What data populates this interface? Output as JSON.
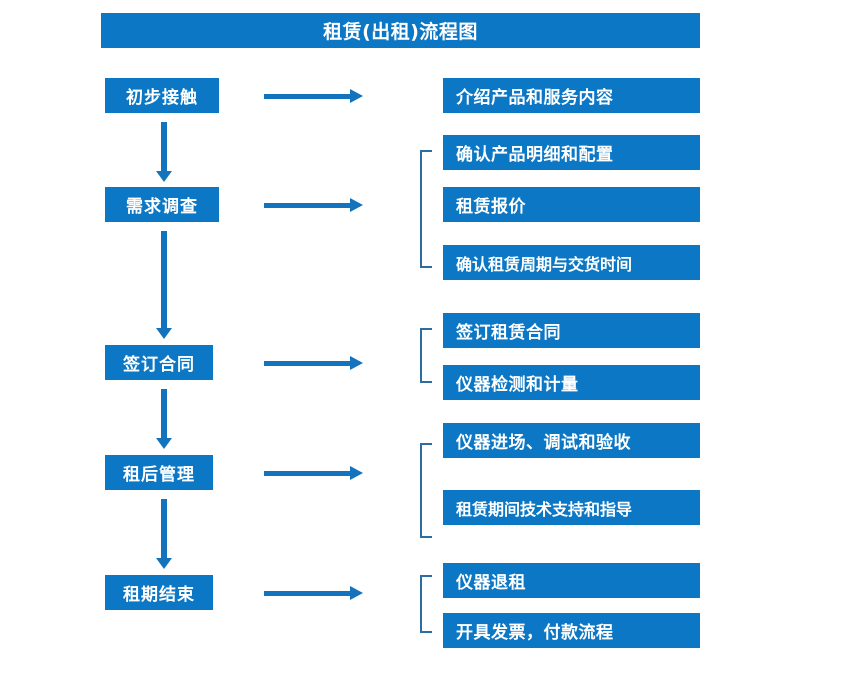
{
  "diagram": {
    "title": "租赁(出租)流程图",
    "accent_color": "#0C77C4",
    "connector_color": "#1373BC",
    "bracket_color": "#2E6DA4",
    "text_color": "#FFFFFF",
    "background_color": "#FFFFFF",
    "stages": [
      {
        "id": "stage-1",
        "label": "初步接触"
      },
      {
        "id": "stage-2",
        "label": "需求调查"
      },
      {
        "id": "stage-3",
        "label": "签订合同"
      },
      {
        "id": "stage-4",
        "label": "租后管理"
      },
      {
        "id": "stage-5",
        "label": "租期结束"
      }
    ],
    "details": [
      {
        "id": "detail-1-1",
        "label": "介绍产品和服务内容"
      },
      {
        "id": "detail-2-1",
        "label": "确认产品明细和配置"
      },
      {
        "id": "detail-2-2",
        "label": "租赁报价"
      },
      {
        "id": "detail-2-3",
        "label": "确认租赁周期与交货时间"
      },
      {
        "id": "detail-3-1",
        "label": "签订租赁合同"
      },
      {
        "id": "detail-3-2",
        "label": "仪器检测和计量"
      },
      {
        "id": "detail-4-1",
        "label": "仪器进场、调试和验收"
      },
      {
        "id": "detail-4-2",
        "label": "租赁期间技术支持和指导"
      },
      {
        "id": "detail-5-1",
        "label": "仪器退租"
      },
      {
        "id": "detail-5-2",
        "label": "开具发票，付款流程"
      }
    ]
  }
}
